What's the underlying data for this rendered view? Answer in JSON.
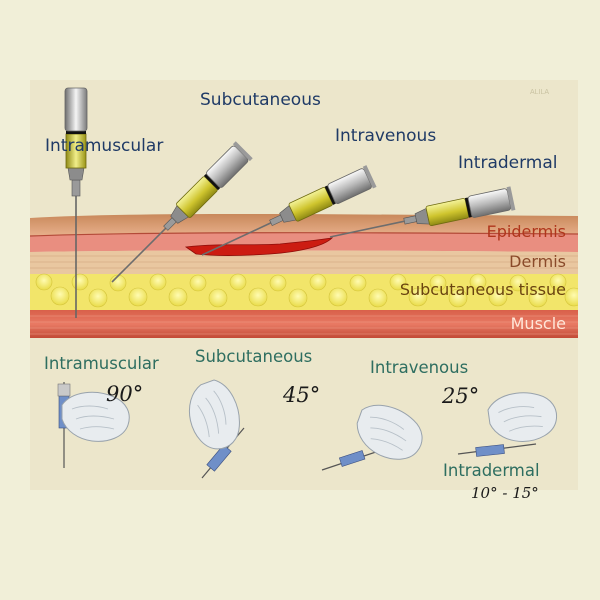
{
  "watermark": "ALILA",
  "needle_labels": {
    "intramuscular": "Intramuscular",
    "subcutaneous": "Subcutaneous",
    "intravenous": "Intravenous",
    "intradermal": "Intradermal"
  },
  "layers": {
    "epidermis": "Epidermis",
    "dermis": "Dermis",
    "subcutaneous_tissue": "Subcutaneous tissue",
    "muscle": "Muscle"
  },
  "techniques": [
    {
      "label": "Intramuscular",
      "angle": "90°"
    },
    {
      "label": "Subcutaneous",
      "angle": "45°"
    },
    {
      "label": "Intravenous",
      "angle": "25°"
    },
    {
      "label": "Intradermal",
      "angle": "10° - 15°"
    }
  ],
  "colors": {
    "background": "#f1efd8",
    "panel": "#ece6cb",
    "epidermis_text": "#b0361c",
    "dermis_text": "#8a4a2a",
    "subcutaneous_text": "#6a4410",
    "muscle_text": "#ffe6d8",
    "label_blue": "#1f3a66",
    "label_green": "#2e6e60"
  }
}
